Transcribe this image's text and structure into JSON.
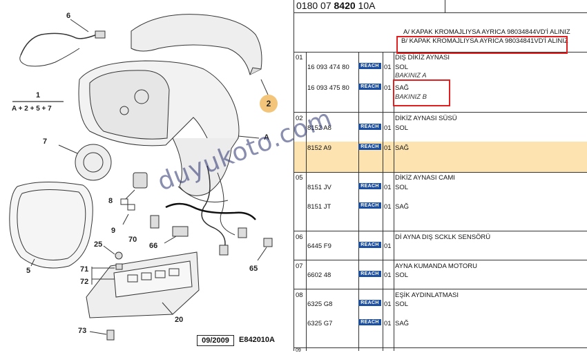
{
  "diagram": {
    "callouts": {
      "c6": "6",
      "c1": "1",
      "formula": "A + 2 + 5 + 7",
      "c2": "2",
      "cA": "A",
      "c7": "7",
      "c8": "8",
      "c9": "9",
      "c70": "70",
      "c66": "66",
      "c65": "65",
      "c5": "5",
      "c25": "25",
      "c71": "71",
      "c72": "72",
      "c20": "20",
      "c73": "73"
    },
    "footer_date": "09/2009",
    "footer_code": "E842010A"
  },
  "header": {
    "prefix": "0180 07 ",
    "code_bold": "8420",
    "suffix": " 10A"
  },
  "notes": {
    "a": "A/ KAPAK KROMAJLIYSA AYRICA 98034844VD'İ ALINIZ",
    "b": "B/ KAPAK KROMAJLIYSA AYRICA 98034841VD'İ ALINIZ"
  },
  "reach_label": "REACH",
  "sections": [
    {
      "num": "01",
      "title": "DIŞ DİKİZ AYNASI",
      "rows": [
        {
          "ref": "16 093 474 80",
          "qty": "01",
          "side": "SOL",
          "note": "BAKINIZ A"
        },
        {
          "ref": "16 093 475 80",
          "qty": "01",
          "side": "SAĞ",
          "note": "BAKINIZ B"
        }
      ]
    },
    {
      "num": "02",
      "title": "DİKİZ AYNASI SÜSÜ",
      "rows": [
        {
          "ref": "8152 A8",
          "qty": "01",
          "side": "SOL"
        },
        {
          "ref": "8152 A9",
          "qty": "01",
          "side": "SAĞ"
        }
      ]
    },
    {
      "num": "05",
      "title": "DİKİZ AYNASI CAMI",
      "rows": [
        {
          "ref": "8151 JV",
          "qty": "01",
          "side": "SOL"
        },
        {
          "ref": "8151 JT",
          "qty": "01",
          "side": "SAĞ"
        }
      ]
    },
    {
      "num": "06",
      "title": "Dİ AYNA DIŞ SCKLK SENSÖRÜ",
      "rows": [
        {
          "ref": "6445 F9",
          "qty": "01",
          "side": ""
        }
      ]
    },
    {
      "num": "07",
      "title": "AYNA KUMANDA MOTORU",
      "rows": [
        {
          "ref": "6602 48",
          "qty": "01",
          "side": "SOL"
        }
      ]
    },
    {
      "num": "08",
      "title": "EŞİK AYDINLATMASI",
      "rows": [
        {
          "ref": "6325 G8",
          "qty": "01",
          "side": "SOL"
        },
        {
          "ref": "6325 G7",
          "qty": "01",
          "side": "SAĞ"
        }
      ]
    }
  ],
  "next_section_num": "09",
  "watermark": "duyukoto.com",
  "colors": {
    "highlight": "#fde3b0",
    "reach_badge": "#1d4fa0",
    "red_box": "#e02020",
    "callout_badge": "#f3c57a"
  }
}
